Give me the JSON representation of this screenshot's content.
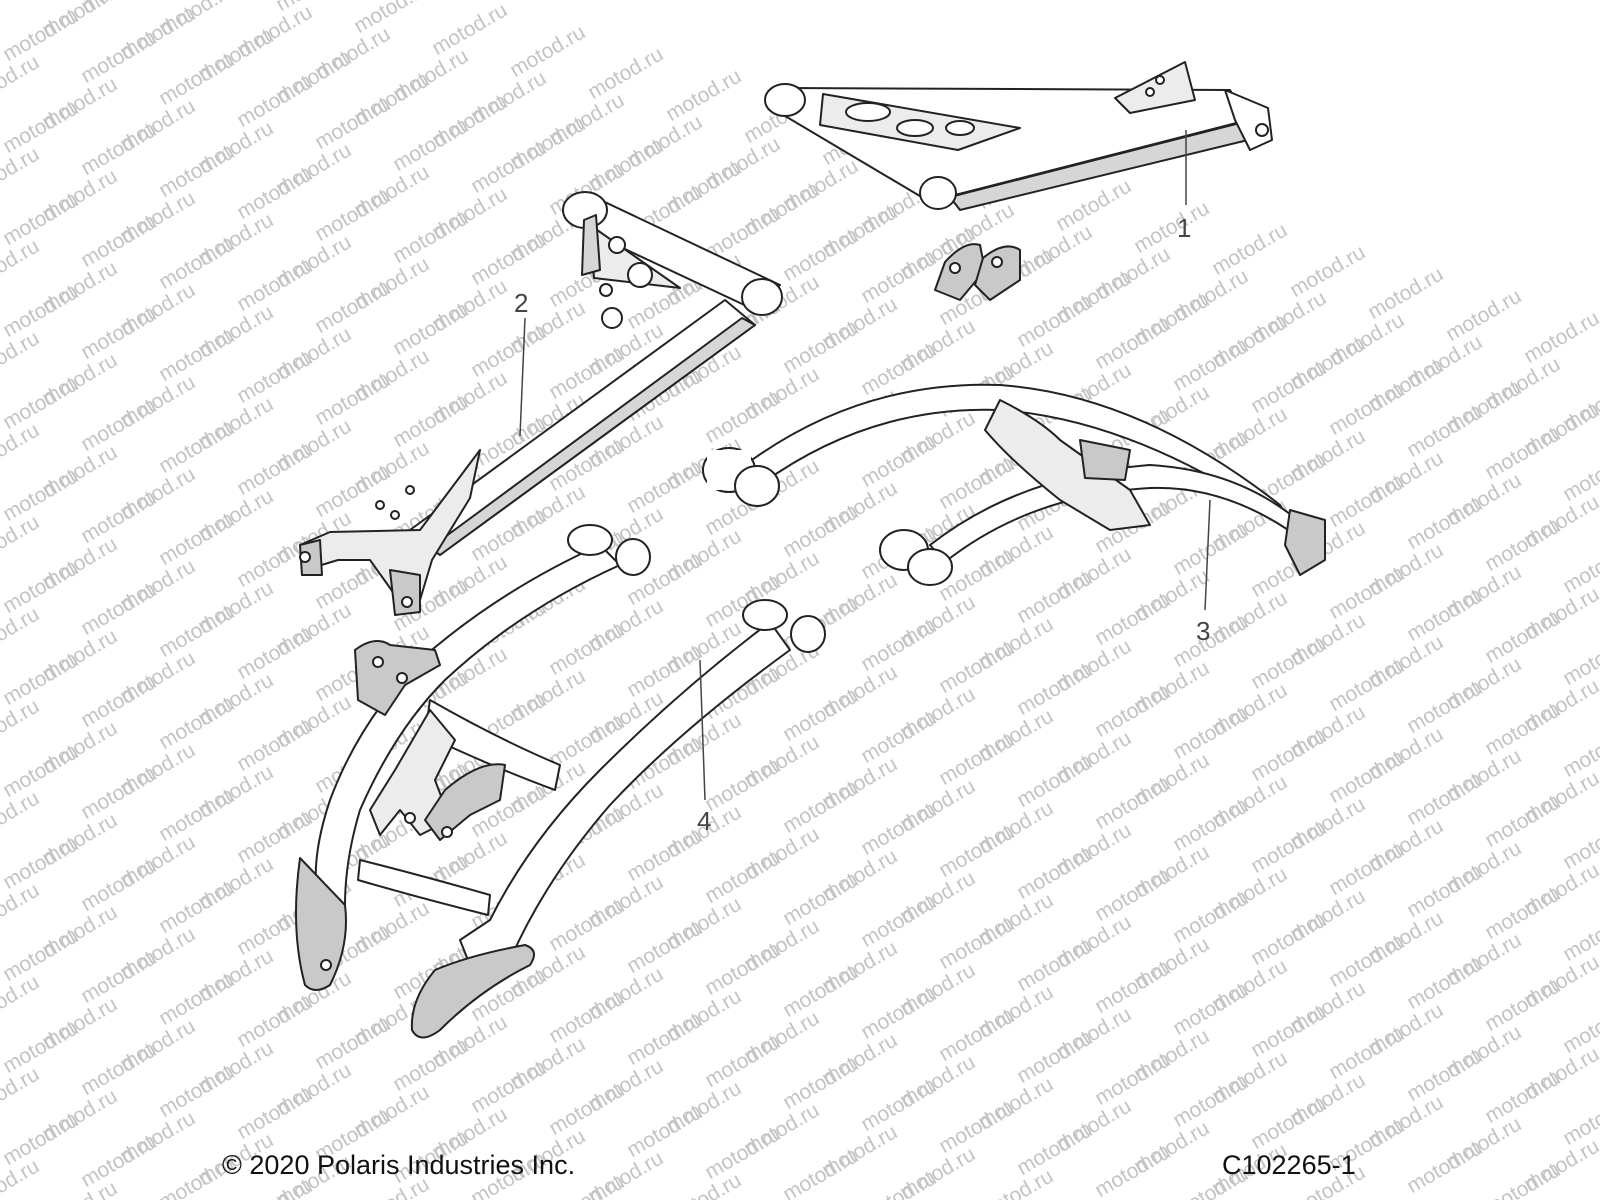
{
  "watermark": {
    "text": "motod.ru"
  },
  "callouts": [
    {
      "id": "1",
      "label": "1"
    },
    {
      "id": "2",
      "label": "2"
    },
    {
      "id": "3",
      "label": "3"
    },
    {
      "id": "4",
      "label": "4"
    }
  ],
  "footer": {
    "copyright": "© 2020 Polaris Industries Inc.",
    "diagram_id": "C102265-1"
  },
  "colors": {
    "line": "#222222",
    "part_fill": "#ffffff",
    "shade": "#c9c9c9",
    "watermark": "#c4c4c4"
  }
}
